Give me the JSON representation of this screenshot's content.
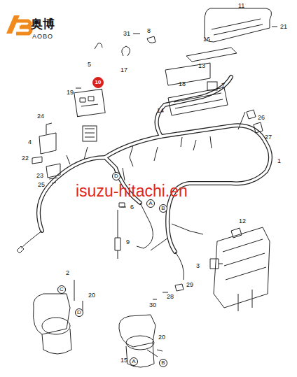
{
  "diagram": {
    "nodes": [
      {
        "text": [
          "10"
        ]
      },
      {
        "text": [
          "D"
        ]
      },
      {
        "text": [
          "A"
        ]
      },
      {
        "text": [
          "B"
        ]
      },
      {
        "text": [
          "C"
        ]
      },
      {
        "text": [
          "D"
        ]
      },
      {
        "text": [
          "A"
        ]
      },
      {
        "text": [
          "B"
        ]
      }
    ],
    "edges": [],
    "labels": [
      "奥博",
      "AOBO",
      "11",
      "21",
      "16",
      "31",
      "8",
      "5",
      "17",
      "13",
      "18",
      "7",
      "19",
      "14",
      "24",
      "26",
      "27",
      "4",
      "22",
      "23",
      "25",
      "1",
      "6",
      "9",
      "12",
      "3",
      "2",
      "29",
      "28",
      "30",
      "20",
      "20",
      "15",
      "isuzu-hitachi.en"
    ]
  }
}
